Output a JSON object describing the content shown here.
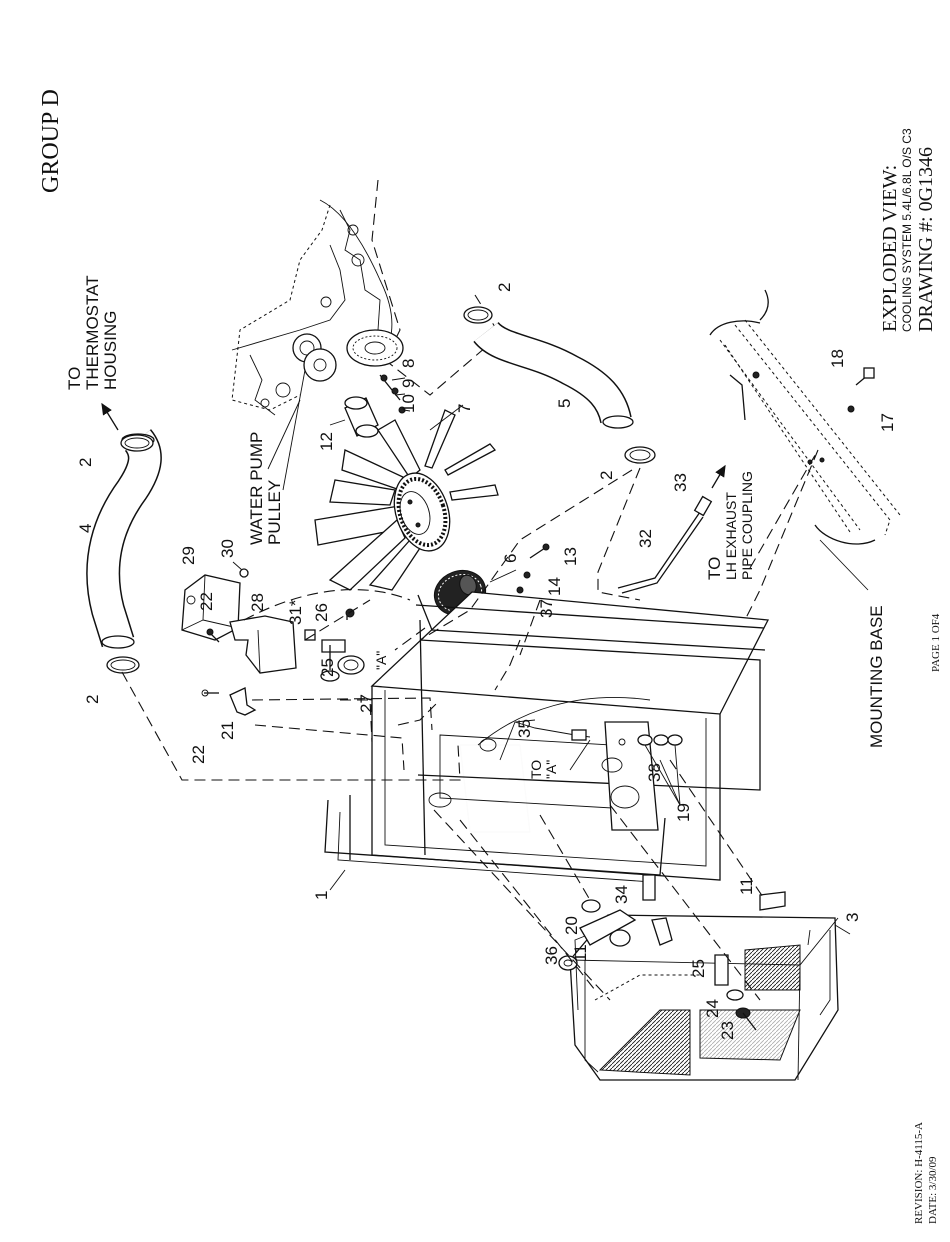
{
  "header": {
    "group": "GROUP D",
    "title": "EXPLODED VIEW:",
    "subtitle": "COOLING SYSTEM 5.4L/6.8L O/S C3",
    "drawing_number": "DRAWING #: 0G1346"
  },
  "footer": {
    "page": "PAGE 1 OF4",
    "revision": "REVISION: H-4115-A",
    "date": "DATE:  3/30/09"
  },
  "labels": {
    "to_thermostat_1": "TO",
    "to_thermostat_2": "THERMOSTAT",
    "to_thermostat_3": "HOUSING",
    "water_pump_1": "WATER PUMP",
    "water_pump_2": "PULLEY",
    "exhaust_1": "TO",
    "exhaust_2": "LH EXHAUST",
    "exhaust_3": "PIPE COUPLING",
    "mounting_base": "MOUNTING BASE",
    "to_a_1": "TO",
    "to_a_2": "\"A\"",
    "view_a": "\"A\""
  },
  "callouts": [
    {
      "id": "c-2a",
      "text": "2"
    },
    {
      "id": "c-4",
      "text": "4"
    },
    {
      "id": "c-2b",
      "text": "2"
    },
    {
      "id": "c-22a",
      "text": "22"
    },
    {
      "id": "c-21",
      "text": "21"
    },
    {
      "id": "c-22b",
      "text": "22"
    },
    {
      "id": "c-29",
      "text": "29"
    },
    {
      "id": "c-30",
      "text": "30"
    },
    {
      "id": "c-28",
      "text": "28"
    },
    {
      "id": "c-31",
      "text": "31*"
    },
    {
      "id": "c-26",
      "text": "26"
    },
    {
      "id": "c-25a",
      "text": "25"
    },
    {
      "id": "c-27",
      "text": "27"
    },
    {
      "id": "c-12",
      "text": "12"
    },
    {
      "id": "c-8",
      "text": "8"
    },
    {
      "id": "c-9",
      "text": "9"
    },
    {
      "id": "c-10",
      "text": "10"
    },
    {
      "id": "c-7",
      "text": "7"
    },
    {
      "id": "c-2c",
      "text": "2"
    },
    {
      "id": "c-5",
      "text": "5"
    },
    {
      "id": "c-2d",
      "text": "2"
    },
    {
      "id": "c-6",
      "text": "6"
    },
    {
      "id": "c-13",
      "text": "13"
    },
    {
      "id": "c-14",
      "text": "14"
    },
    {
      "id": "c-37",
      "text": "37"
    },
    {
      "id": "c-32",
      "text": "32"
    },
    {
      "id": "c-33",
      "text": "33"
    },
    {
      "id": "c-18",
      "text": "18"
    },
    {
      "id": "c-17",
      "text": "17"
    },
    {
      "id": "c-35",
      "text": "35"
    },
    {
      "id": "c-38",
      "text": "38"
    },
    {
      "id": "c-19",
      "text": "19"
    },
    {
      "id": "c-1",
      "text": "1"
    },
    {
      "id": "c-20",
      "text": "20"
    },
    {
      "id": "c-34",
      "text": "34"
    },
    {
      "id": "c-11a",
      "text": "11"
    },
    {
      "id": "c-36",
      "text": "36"
    },
    {
      "id": "c-11b",
      "text": "11"
    },
    {
      "id": "c-3",
      "text": "3"
    },
    {
      "id": "c-25b",
      "text": "25"
    },
    {
      "id": "c-24",
      "text": "24"
    },
    {
      "id": "c-23",
      "text": "23"
    }
  ]
}
